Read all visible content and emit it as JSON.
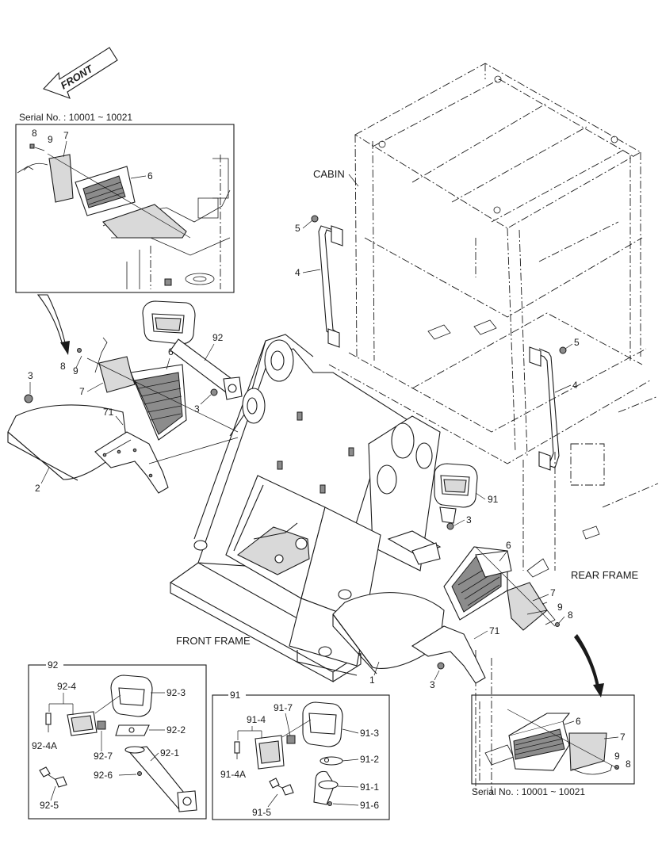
{
  "serials": {
    "top": "Serial No. : 10001 ~ 10021",
    "bottom": "Serial No. : 10001 ~ 10021"
  },
  "front_arrow": "FRONT",
  "section_labels": {
    "cabin": "CABIN",
    "front_frame": "FRONT FRAME",
    "rear_frame": "REAR FRAME"
  },
  "inset_titles": {
    "lamp_92": "92",
    "lamp_91": "91"
  },
  "callouts": {
    "tl_8": "8",
    "tl_9": "9",
    "tl_7": "7",
    "tl_6": "6",
    "m_8": "8",
    "m_9": "9",
    "m_7": "7",
    "m_6": "6",
    "m_92": "92",
    "m_3a": "3",
    "m_3b": "3",
    "m_71": "71",
    "m_2": "2",
    "c_5a": "5",
    "c_4a": "4",
    "c_5b": "5",
    "c_4b": "4",
    "r_91": "91",
    "r_3": "3",
    "r_6": "6",
    "r_7": "7",
    "r_9": "9",
    "r_8": "8",
    "r_71": "71",
    "r_1": "1",
    "r_3b": "3",
    "br_6": "6",
    "br_7": "7",
    "br_9": "9",
    "br_8": "8"
  },
  "inset_92_parts": {
    "p4": "92-4",
    "p3": "92-3",
    "p2": "92-2",
    "p4a": "92-4A",
    "p7": "92-7",
    "p1": "92-1",
    "p6": "92-6",
    "p5": "92-5"
  },
  "inset_91_parts": {
    "p7": "91-7",
    "p4": "91-4",
    "p3": "91-3",
    "p2": "91-2",
    "p4a": "91-4A",
    "p1": "91-1",
    "p5": "91-5",
    "p6": "91-6"
  }
}
